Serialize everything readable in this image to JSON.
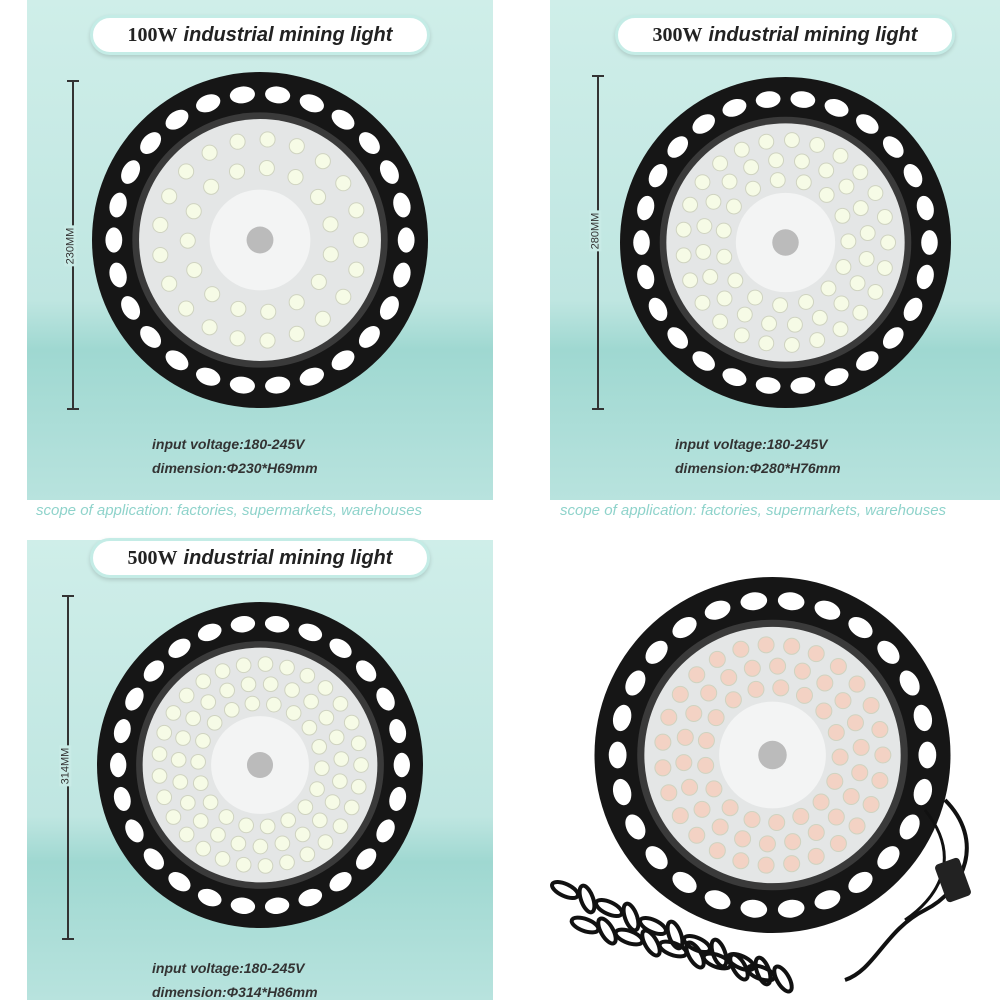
{
  "products": [
    {
      "power": "100W",
      "title": "industrial mining light",
      "height_label": "230MM",
      "voltage": "input voltage:180-245V",
      "dimension": "dimension:Φ230*H69mm",
      "scope": "scope of application: factories, supermarkets, warehouses"
    },
    {
      "power": "300W",
      "title": "industrial mining light",
      "height_label": "280MM",
      "voltage": "input voltage:180-245V",
      "dimension": "dimension:Φ280*H76mm",
      "scope": "scope of application: factories, supermarkets, warehouses"
    },
    {
      "power": "500W",
      "title": "industrial mining light",
      "height_label": "314MM",
      "voltage": "input voltage:180-245V",
      "dimension": "dimension:Φ314*H86mm"
    }
  ],
  "colors": {
    "panel": "#c4e9e4",
    "frame": "#1a1a1a",
    "scope_text": "#8fd3cb"
  }
}
